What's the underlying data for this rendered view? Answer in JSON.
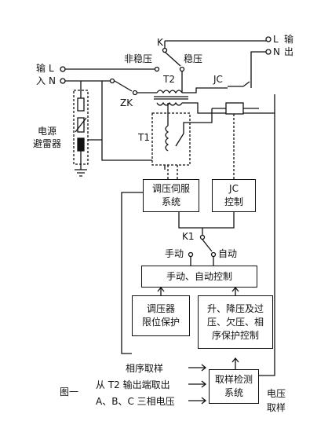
{
  "figure_label": "图一",
  "input_label": {
    "line1": "输",
    "line2": "入",
    "L": "L",
    "N": "N"
  },
  "output_label": {
    "L": "L",
    "N": "N",
    "line1": "输",
    "line2": "出"
  },
  "switch_K": "K",
  "label_unstable": "非稳压",
  "label_stable": "稳压",
  "label_T2": "T2",
  "label_JC": "JC",
  "label_ZK": "ZK",
  "label_T1": "T1",
  "arrester": {
    "line1": "电源",
    "line2": "避雷器"
  },
  "box_servo": {
    "line1": "调压伺服",
    "line2": "系统"
  },
  "box_jc": {
    "line1": "JC",
    "line2": "控制"
  },
  "switch_K1": "K1",
  "label_manual": "手动",
  "label_auto": "自动",
  "box_manual_auto": "手动、自动控制",
  "box_limit": {
    "line1": "调压器",
    "line2": "限位保护"
  },
  "box_protect": {
    "line1": "升、降压及过",
    "line2": "压、欠压、相",
    "line3": "序保护控制"
  },
  "box_sampling": {
    "line1": "取样检测",
    "line2": "系统"
  },
  "sampling_text": {
    "line1": "相序取样",
    "line2": "从 T2 输出端取出",
    "line3": "A、B、C 三相电压"
  },
  "voltage_sampling": {
    "line1": "电压",
    "line2": "取样"
  }
}
